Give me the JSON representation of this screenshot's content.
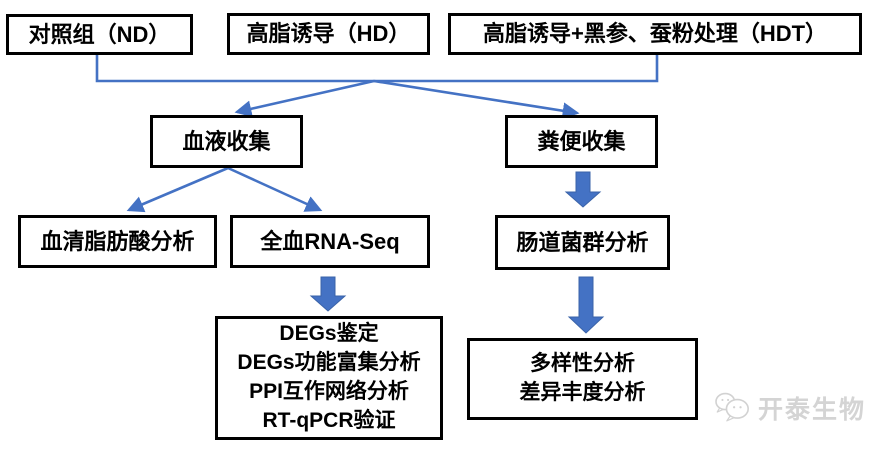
{
  "diagram": {
    "type": "flowchart",
    "colors": {
      "connector_blue": "#4472C4",
      "box_border": "#000000",
      "box_fill": "#FFFFFF",
      "text": "#000000",
      "watermark_gray": "#D4D4D4"
    },
    "top_row": [
      {
        "id": "nd",
        "label": "对照组（ND）"
      },
      {
        "id": "hd",
        "label": "高脂诱导（HD）"
      },
      {
        "id": "hdt",
        "label": "高脂诱导+黑参、蚕粉处理（HDT）"
      }
    ],
    "collection_row": {
      "blood_collection": "血液收集",
      "feces_collection": "粪便收集"
    },
    "analysis_row": {
      "serum_fatty_acid": "血清脂肪酸分析",
      "whole_blood_rnaseq": "全血RNA-Seq",
      "gut_microbiota": "肠道菌群分析"
    },
    "degs_box": {
      "lines": [
        "DEGs鉴定",
        "DEGs功能富集分析",
        "PPI互作网络分析",
        "RT-qPCR验证"
      ]
    },
    "diversity_box": {
      "lines": [
        "多样性分析",
        "差异丰度分析"
      ]
    }
  },
  "watermark": {
    "icon": "wechat-logo-icon",
    "text": "开泰生物"
  }
}
